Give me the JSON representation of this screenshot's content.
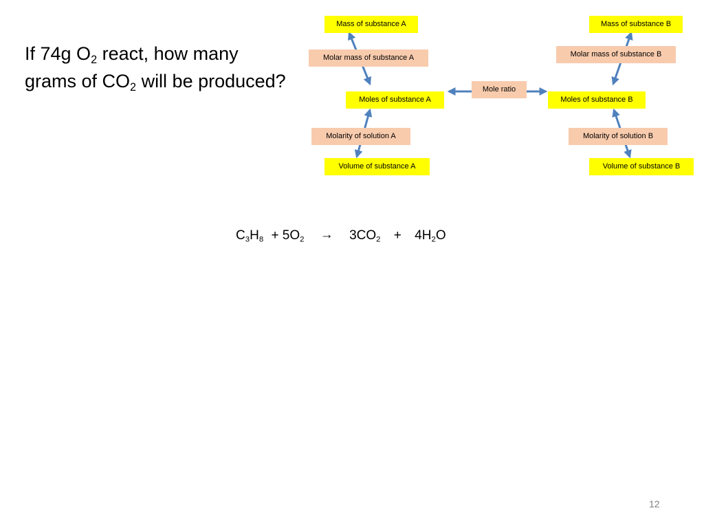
{
  "question": {
    "part1": "If 74g O",
    "sub1": "2",
    "part2": " react, how many grams of CO",
    "sub2": "2",
    "part3": " will be produced?"
  },
  "diagram": {
    "mass_a": "Mass of substance A",
    "molar_mass_a": "Molar mass of substance A",
    "moles_a": "Moles of substance A",
    "molarity_a": "Molarity of solution A",
    "volume_a": "Volume of substance A",
    "mole_ratio": "Mole ratio",
    "mass_b": "Mass of substance B",
    "molar_mass_b": "Molar mass of substance B",
    "moles_b": "Moles of substance B",
    "molarity_b": "Molarity of solution B",
    "volume_b": "Volume of substance B",
    "arrow_color": "#4f81bd",
    "yellow": "#ffff00",
    "peach": "#f8cbad"
  },
  "equation": {
    "r1": "C",
    "r1s1": "3",
    "r1b": "H",
    "r1s2": "8",
    "plus1": "+ 5O",
    "r2s": "2",
    "arrow": "→",
    "p1": "3CO",
    "p1s": "2",
    "plus2": "+",
    "p2": "4H",
    "p2s": "2",
    "p2b": "O"
  },
  "page_number": "12"
}
